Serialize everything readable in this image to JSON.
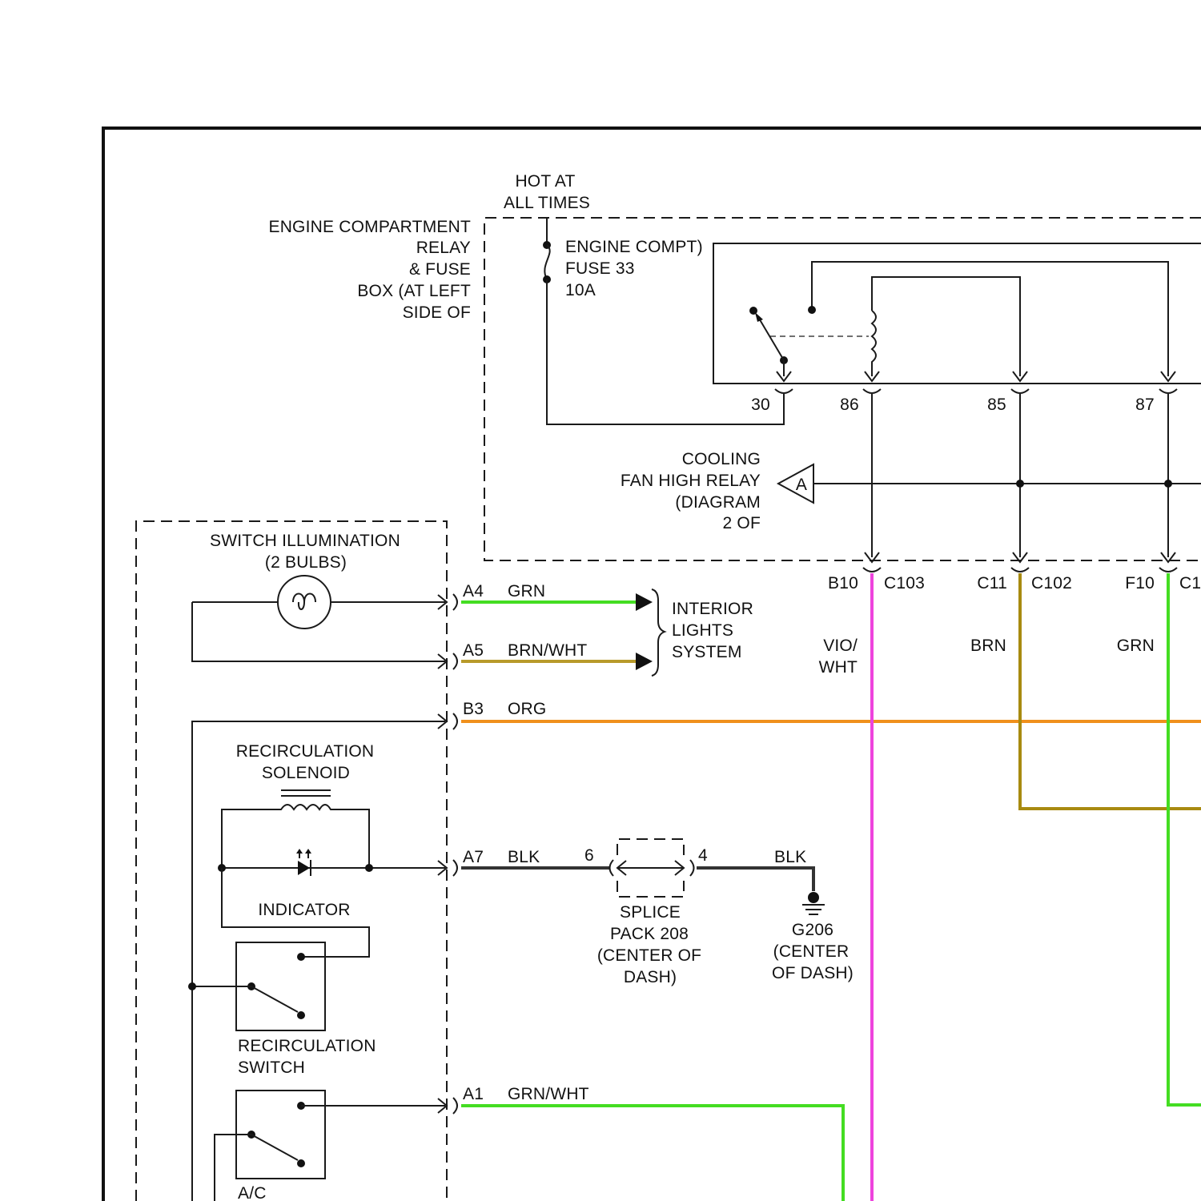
{
  "labels": {
    "hot_line1": "HOT AT",
    "hot_line2": "ALL TIMES",
    "box_line1": "ENGINE COMPARTMENT",
    "box_line2": "RELAY",
    "box_line3": "& FUSE",
    "box_line4": "BOX (AT LEFT",
    "box_line5": "SIDE OF",
    "fuse_line1": "ENGINE COMPT)",
    "fuse_line2": "FUSE 33",
    "fuse_line3": "10A",
    "pin_30": "30",
    "pin_86": "86",
    "pin_85": "85",
    "pin_87": "87",
    "cool_line1": "COOLING",
    "cool_line2": "FAN HIGH RELAY",
    "cool_line3": "(DIAGRAM",
    "cool_line4": "2 OF",
    "offpage_a": "A",
    "illum_line1": "SWITCH ILLUMINATION",
    "illum_line2": "(2 BULBS)",
    "conn_a4": "A4",
    "wire_a4": "GRN",
    "conn_a5": "A5",
    "wire_a5": "BRN/WHT",
    "int_line1": "INTERIOR",
    "int_line2": "LIGHTS",
    "int_line3": "SYSTEM",
    "conn_b3": "B3",
    "wire_b3": "ORG",
    "sol_line1": "RECIRCULATION",
    "sol_line2": "SOLENOID",
    "conn_a7": "A7",
    "wire_a7": "BLK",
    "splice_pin6": "6",
    "splice_pin4": "4",
    "wire_blk_g": "BLK",
    "splice_line1": "SPLICE",
    "splice_line2": "PACK 208",
    "splice_line3": "(CENTER OF",
    "splice_line4": "DASH)",
    "g_line1": "G206",
    "g_line2": "(CENTER",
    "g_line3": "OF DASH)",
    "indicator": "INDICATOR",
    "rsw_line1": "RECIRCULATION",
    "rsw_line2": "SWITCH",
    "conn_a1": "A1",
    "wire_a1": "GRN/WHT",
    "ac_label": "A/C",
    "conn_b10": "B10",
    "conn_c103": "C103",
    "conn_c11": "C11",
    "conn_c102": "C102",
    "conn_f10": "F10",
    "conn_c1x": "C1",
    "wire_vio1": "VIO/",
    "wire_vio2": "WHT",
    "wire_brn": "BRN",
    "wire_grn_r": "GRN"
  },
  "colors": {
    "green": "#44dd22",
    "brown_white": "#b89a2a",
    "orange": "#f0901c",
    "black": "#333333",
    "violet_white": "#ee44dd",
    "brown": "#a88a10"
  }
}
